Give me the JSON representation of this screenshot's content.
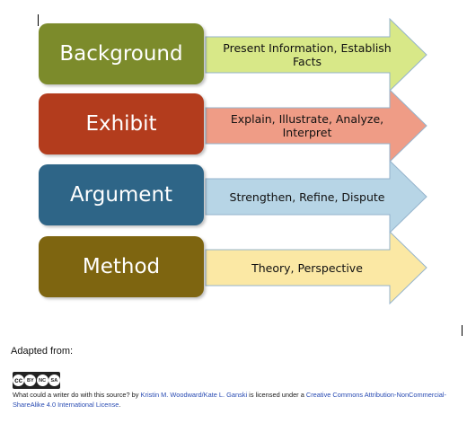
{
  "rows": [
    {
      "label": "Background",
      "desc": "Present Information, Establish Facts",
      "box_color": "#7c8b2b",
      "arrow_color": "#d8e888"
    },
    {
      "label": "Exhibit",
      "desc": "Explain, Illustrate, Analyze, Interpret",
      "box_color": "#b33c1d",
      "arrow_color": "#ef9c86"
    },
    {
      "label": "Argument",
      "desc": "Strengthen, Refine, Dispute",
      "box_color": "#2e6587",
      "arrow_color": "#b7d5e6"
    },
    {
      "label": "Method",
      "desc": "Theory, Perspective",
      "box_color": "#7e6510",
      "arrow_color": "#fbe8a4"
    }
  ],
  "adapted_from": "Adapted from:",
  "license_badge": {
    "icon": "cc-by-nc-sa-icon",
    "items": [
      "cc",
      "BY",
      "NC",
      "SA"
    ]
  },
  "attribution": {
    "part1": "What could a writer do with this source?",
    "part2": " by ",
    "authors": "Kristin M. Woodward/Kate L. Ganski",
    "part3": " is licensed under a ",
    "license": "Creative Commons Attribution-NonCommercial-ShareAlike 4.0 International License",
    "part4": "."
  }
}
